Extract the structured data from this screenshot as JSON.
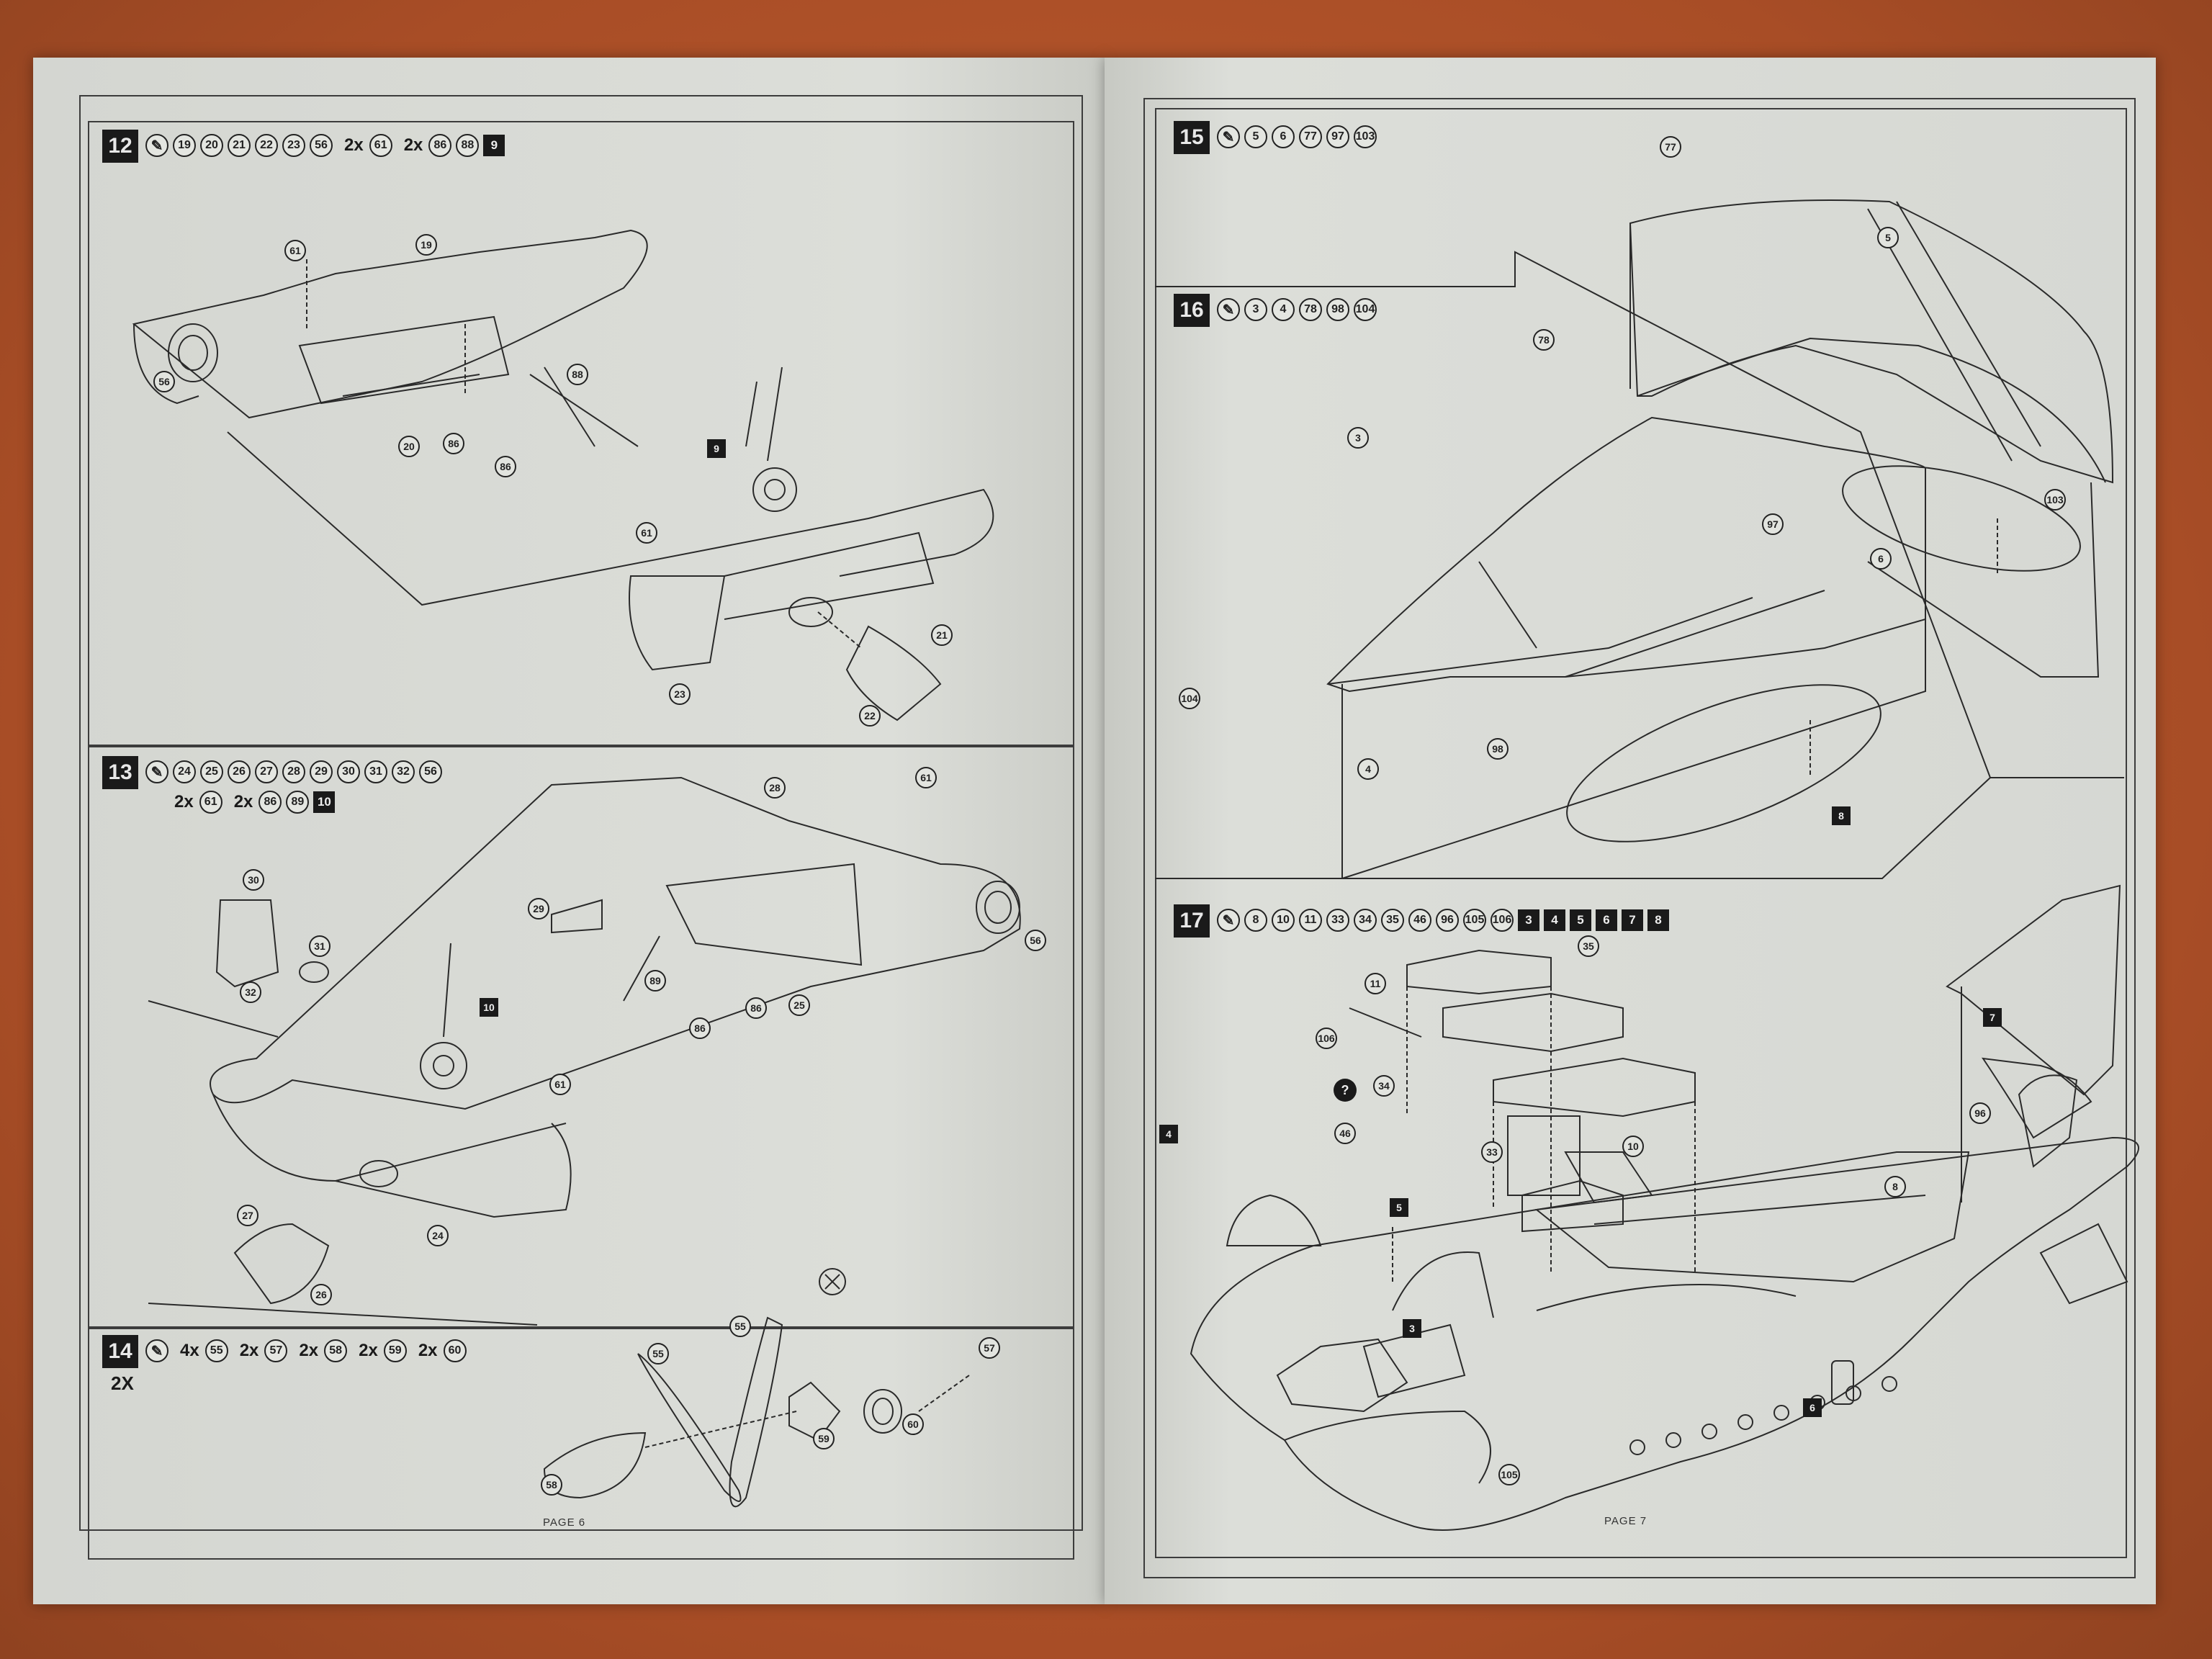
{
  "step12": {
    "num": "12",
    "parts": [
      "19",
      "20",
      "21",
      "22",
      "23",
      "56"
    ],
    "mult1": "2x",
    "mult1_part": "61",
    "mult2": "2x",
    "mult2_parts": [
      "86",
      "88"
    ],
    "decal": "9",
    "callouts": {
      "c61a": "61",
      "c19": "19",
      "c56": "56",
      "c20": "20",
      "c86a": "86",
      "c86b": "86",
      "c88": "88",
      "c9": "9",
      "c61b": "61",
      "c21": "21",
      "c23": "23",
      "c22": "22"
    }
  },
  "step13": {
    "num": "13",
    "parts": [
      "24",
      "25",
      "26",
      "27",
      "28",
      "29",
      "30",
      "31",
      "32",
      "56"
    ],
    "mult1": "2x",
    "mult1_part": "61",
    "mult2": "2x",
    "mult2_parts": [
      "86",
      "89"
    ],
    "decal": "10",
    "callouts": {
      "c30": "30",
      "c31": "31",
      "c32": "32",
      "c28": "28",
      "c61a": "61",
      "c29": "29",
      "c56": "56",
      "c89": "89",
      "c10": "10",
      "c86a": "86",
      "c86b": "86",
      "c25": "25",
      "c61b": "61",
      "c27": "27",
      "c24": "24",
      "c26": "26"
    }
  },
  "step14": {
    "num": "14",
    "m1": "4x",
    "p1": "55",
    "m2": "2x",
    "p2": "57",
    "m3": "2x",
    "p3": "58",
    "m4": "2x",
    "p4": "59",
    "m5": "2x",
    "p5": "60",
    "count": "2X",
    "callouts": {
      "c55a": "55",
      "c55b": "55",
      "c57": "57",
      "c59": "59",
      "c60": "60",
      "c58": "58"
    }
  },
  "step15": {
    "num": "15",
    "parts": [
      "5",
      "6",
      "77",
      "97",
      "103"
    ],
    "callouts": {
      "c77": "77",
      "c5": "5",
      "c97": "97",
      "c6": "6",
      "c103": "103"
    }
  },
  "step16": {
    "num": "16",
    "parts": [
      "3",
      "4",
      "78",
      "98",
      "104"
    ],
    "callouts": {
      "c78": "78",
      "c3": "3",
      "c104": "104",
      "c4": "4",
      "c98": "98"
    }
  },
  "step17": {
    "num": "17",
    "parts": [
      "8",
      "10",
      "11",
      "33",
      "34",
      "35",
      "46",
      "96",
      "105",
      "106"
    ],
    "decals": [
      "3",
      "4",
      "5",
      "6",
      "7",
      "8"
    ],
    "callouts": {
      "c35": "35",
      "c11": "11",
      "c106": "106",
      "q": "?",
      "c46": "46",
      "c34": "34",
      "c33": "33",
      "c10": "10",
      "c96": "96",
      "c8": "8",
      "c105": "105",
      "d8": "8",
      "d7": "7",
      "d4": "4",
      "d5": "5",
      "d3": "3",
      "d6": "6"
    }
  },
  "footer": {
    "left": "PAGE 6",
    "right": "PAGE 7"
  }
}
